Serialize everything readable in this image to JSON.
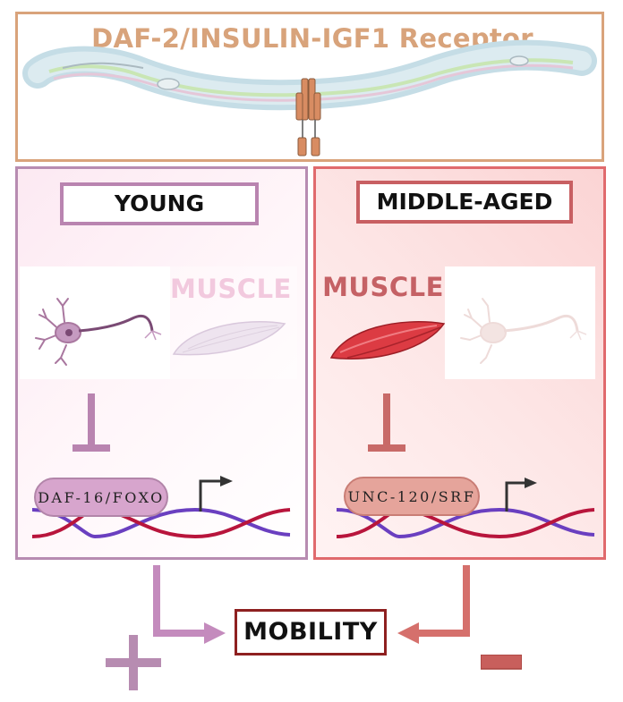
{
  "top_panel": {
    "title": "DAF-2/INSULIN-IGF1 Receptor"
  },
  "young": {
    "label": "YOUNG",
    "muscle_label": "MUSCLE",
    "factor": "DAF-16/FOXO"
  },
  "middle_aged": {
    "label": "MIDDLE-AGED",
    "muscle_label": "MUSCLE",
    "factor": "UNC-120/SRF"
  },
  "outcome": {
    "label": "MOBILITY",
    "young_effect": "positive",
    "middle_aged_effect": "negative"
  },
  "colors": {
    "receptor": "#d88c62",
    "young": "#b984b0",
    "middle_aged": "#e06a6d",
    "outcome_border": "#8e2020"
  }
}
